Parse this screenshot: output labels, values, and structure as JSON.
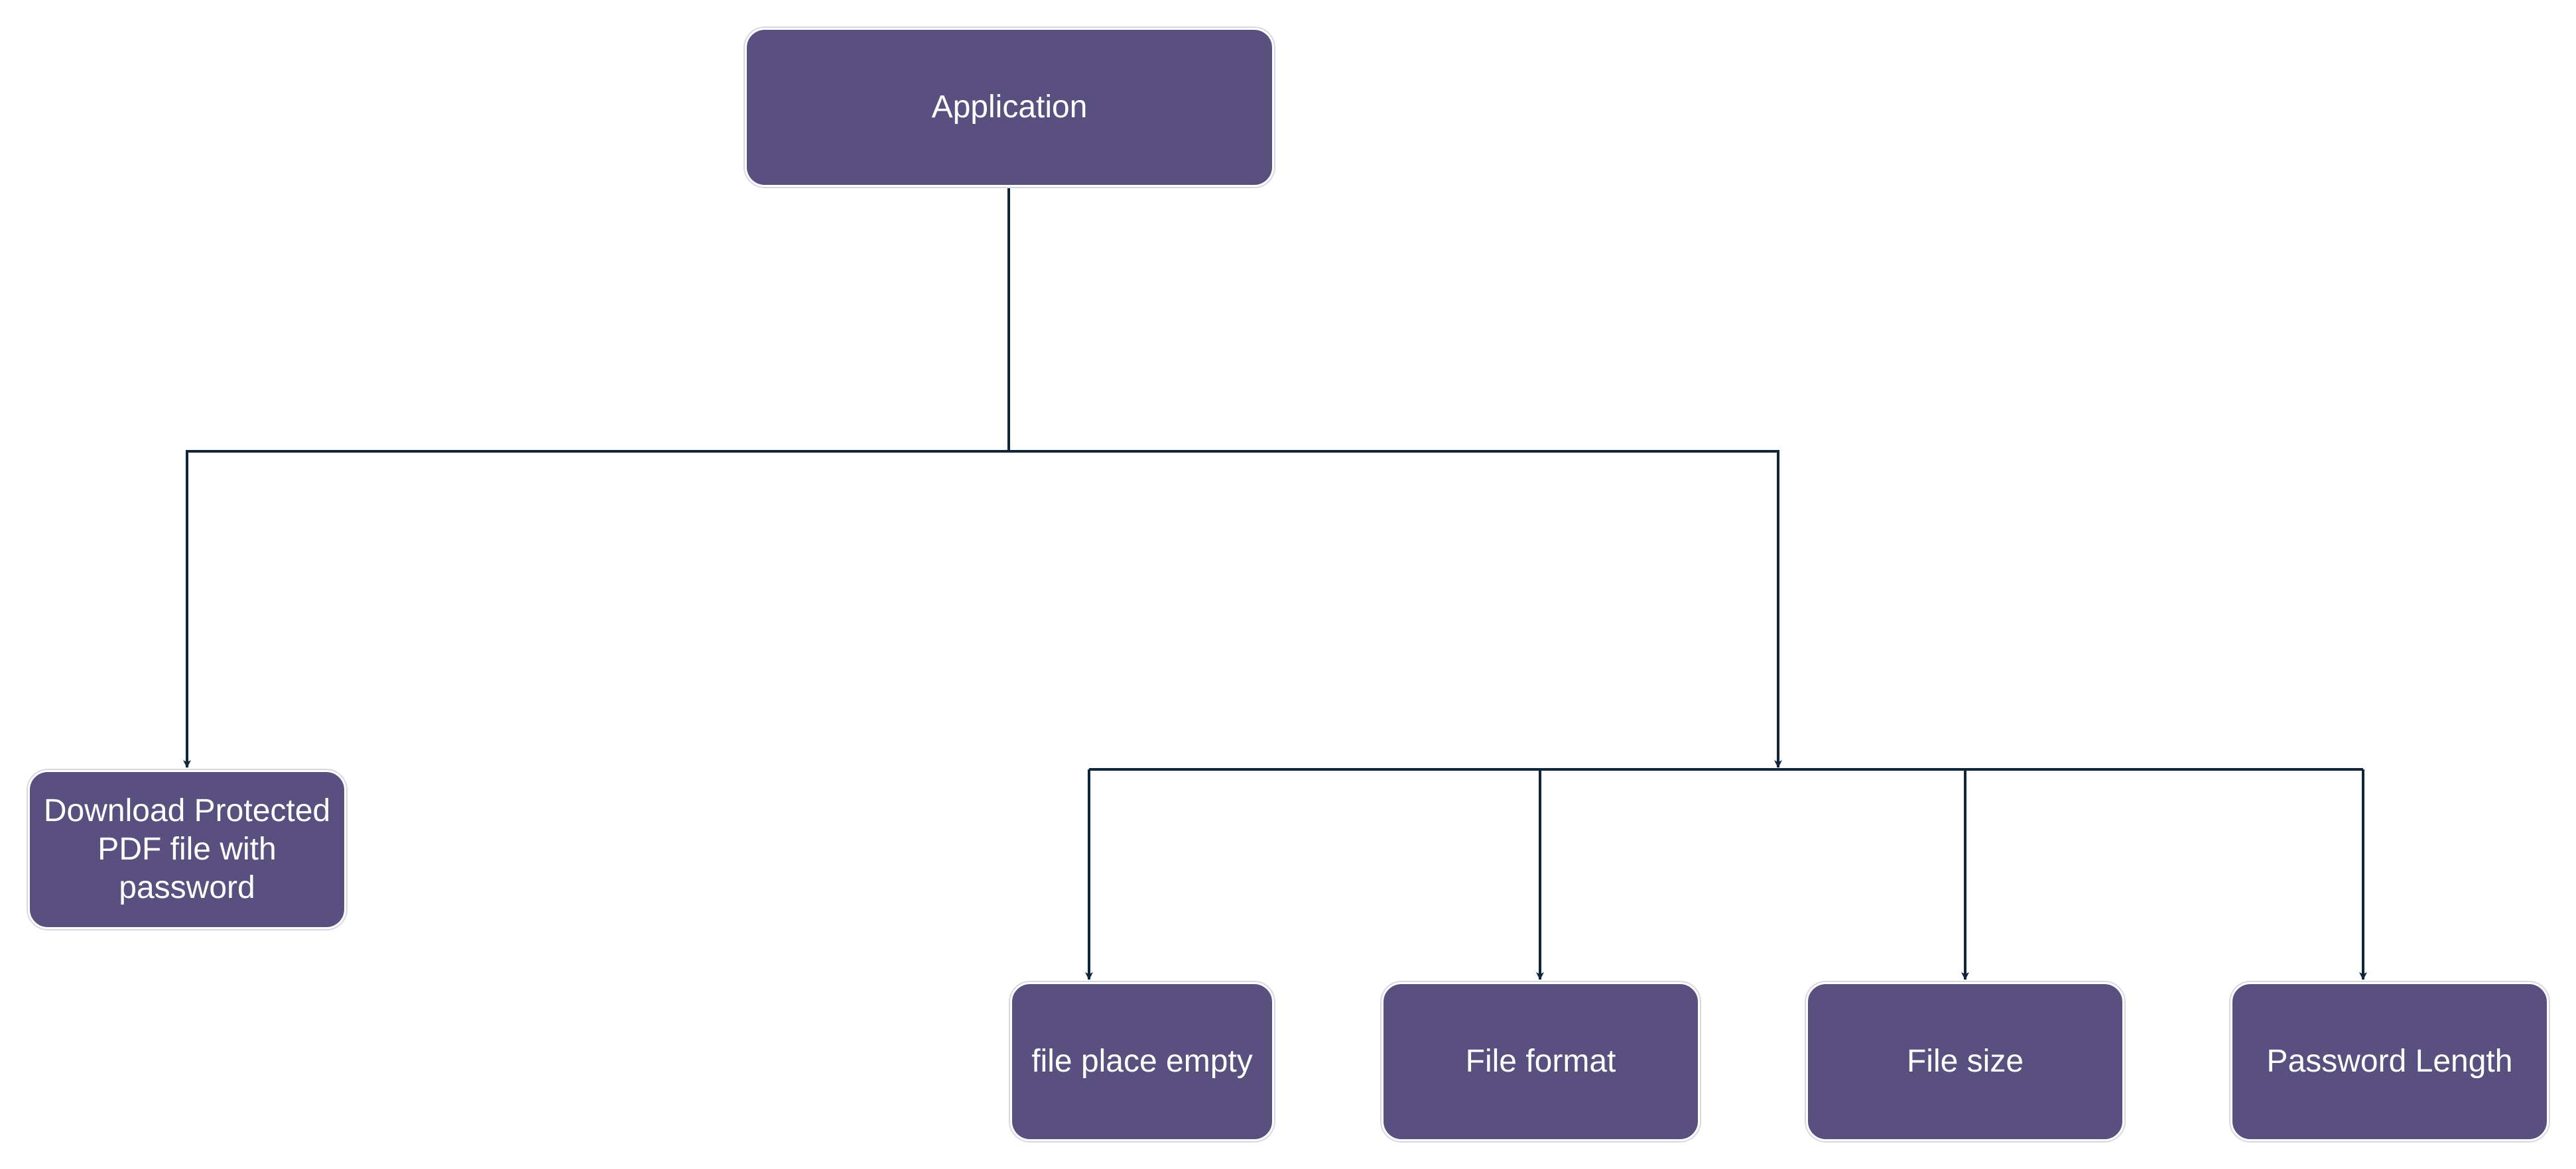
{
  "diagram": {
    "colors": {
      "node_fill": "#5a5080",
      "node_text": "#ffffff",
      "connector": "#10263a"
    },
    "nodes": {
      "application": {
        "label": "Application"
      },
      "download": {
        "label": "Download Protected PDF file with password"
      },
      "file_place_empty": {
        "label": "file place empty"
      },
      "file_format": {
        "label": "File format"
      },
      "file_size": {
        "label": "File size"
      },
      "password_length": {
        "label": "Password Length"
      }
    }
  }
}
